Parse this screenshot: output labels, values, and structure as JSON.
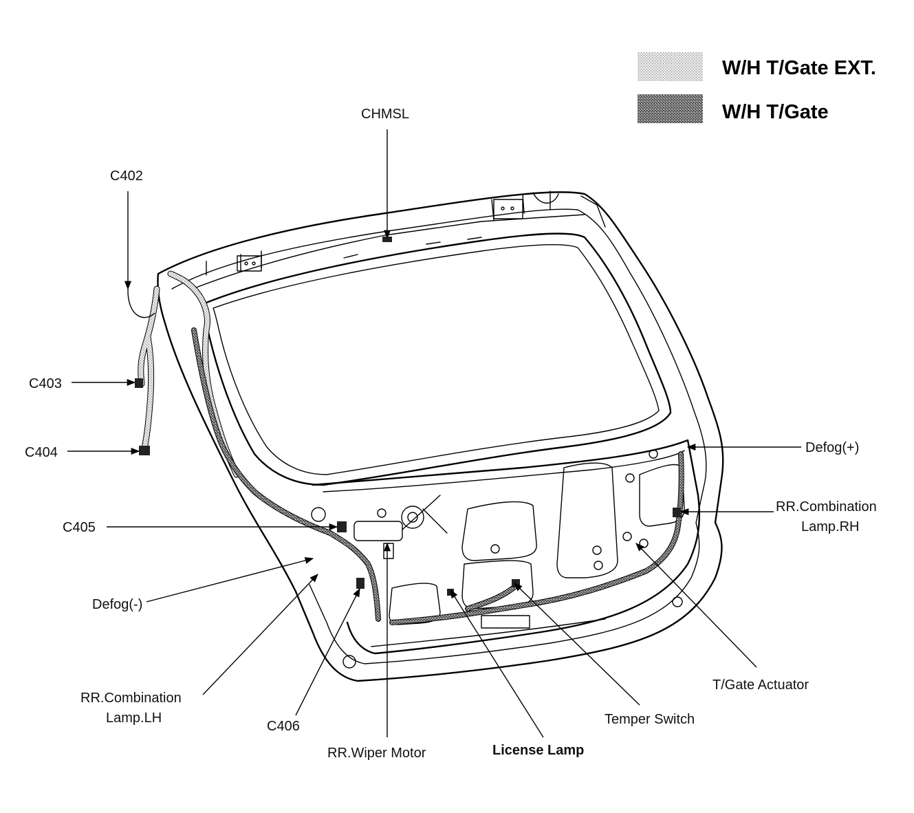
{
  "legend": {
    "ext_label": "W/H T/Gate EXT.",
    "main_label": "W/H T/Gate",
    "ext_fill": "#d6d6d6",
    "main_fill": "#7a7a7a"
  },
  "labels": {
    "chmsl": "CHMSL",
    "c402": "C402",
    "c403": "C403",
    "c404": "C404",
    "c405": "C405",
    "defog_minus": "Defog(-)",
    "rr_comb_lh_1": "RR.Combination",
    "rr_comb_lh_2": "Lamp.LH",
    "c406": "C406",
    "rr_wiper_motor": "RR.Wiper Motor",
    "license_lamp": "License Lamp",
    "temper_switch": "Temper Switch",
    "tgate_actuator": "T/Gate Actuator",
    "defog_plus": "Defog(+)",
    "rr_comb_rh_1": "RR.Combination",
    "rr_comb_rh_2": "Lamp.RH"
  }
}
